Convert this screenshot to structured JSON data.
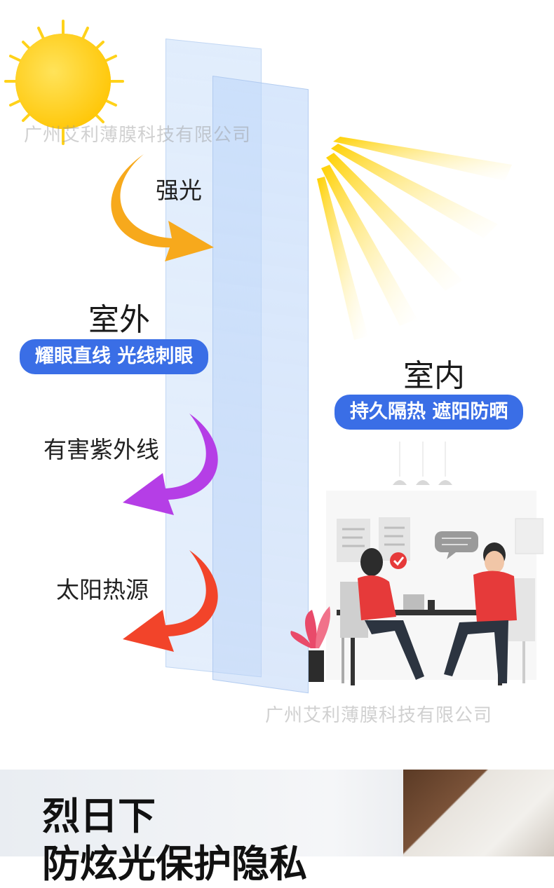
{
  "watermark": "广州艾利薄膜科技有限公司",
  "labels": {
    "strong_light": "强光",
    "outdoor": "室外",
    "outdoor_pill": "耀眼直线 光线刺眼",
    "indoor": "室内",
    "indoor_pill": "持久隔热 遮阳防晒",
    "uv": "有害紫外线",
    "solar_heat": "太阳热源"
  },
  "bottom": {
    "line1": "烈日下",
    "line2": "防炫光保护隐私"
  },
  "colors": {
    "sun": "#ffd21a",
    "arrow_light": "#f7a91c",
    "arrow_uv": "#b53ee6",
    "arrow_heat": "#f2442a",
    "pill": "#3a6ee6"
  },
  "icons": [
    "sun-icon",
    "sun-rays-icon",
    "arrow-light-icon",
    "arrow-uv-icon",
    "arrow-heat-icon",
    "office-meeting-illustration"
  ]
}
